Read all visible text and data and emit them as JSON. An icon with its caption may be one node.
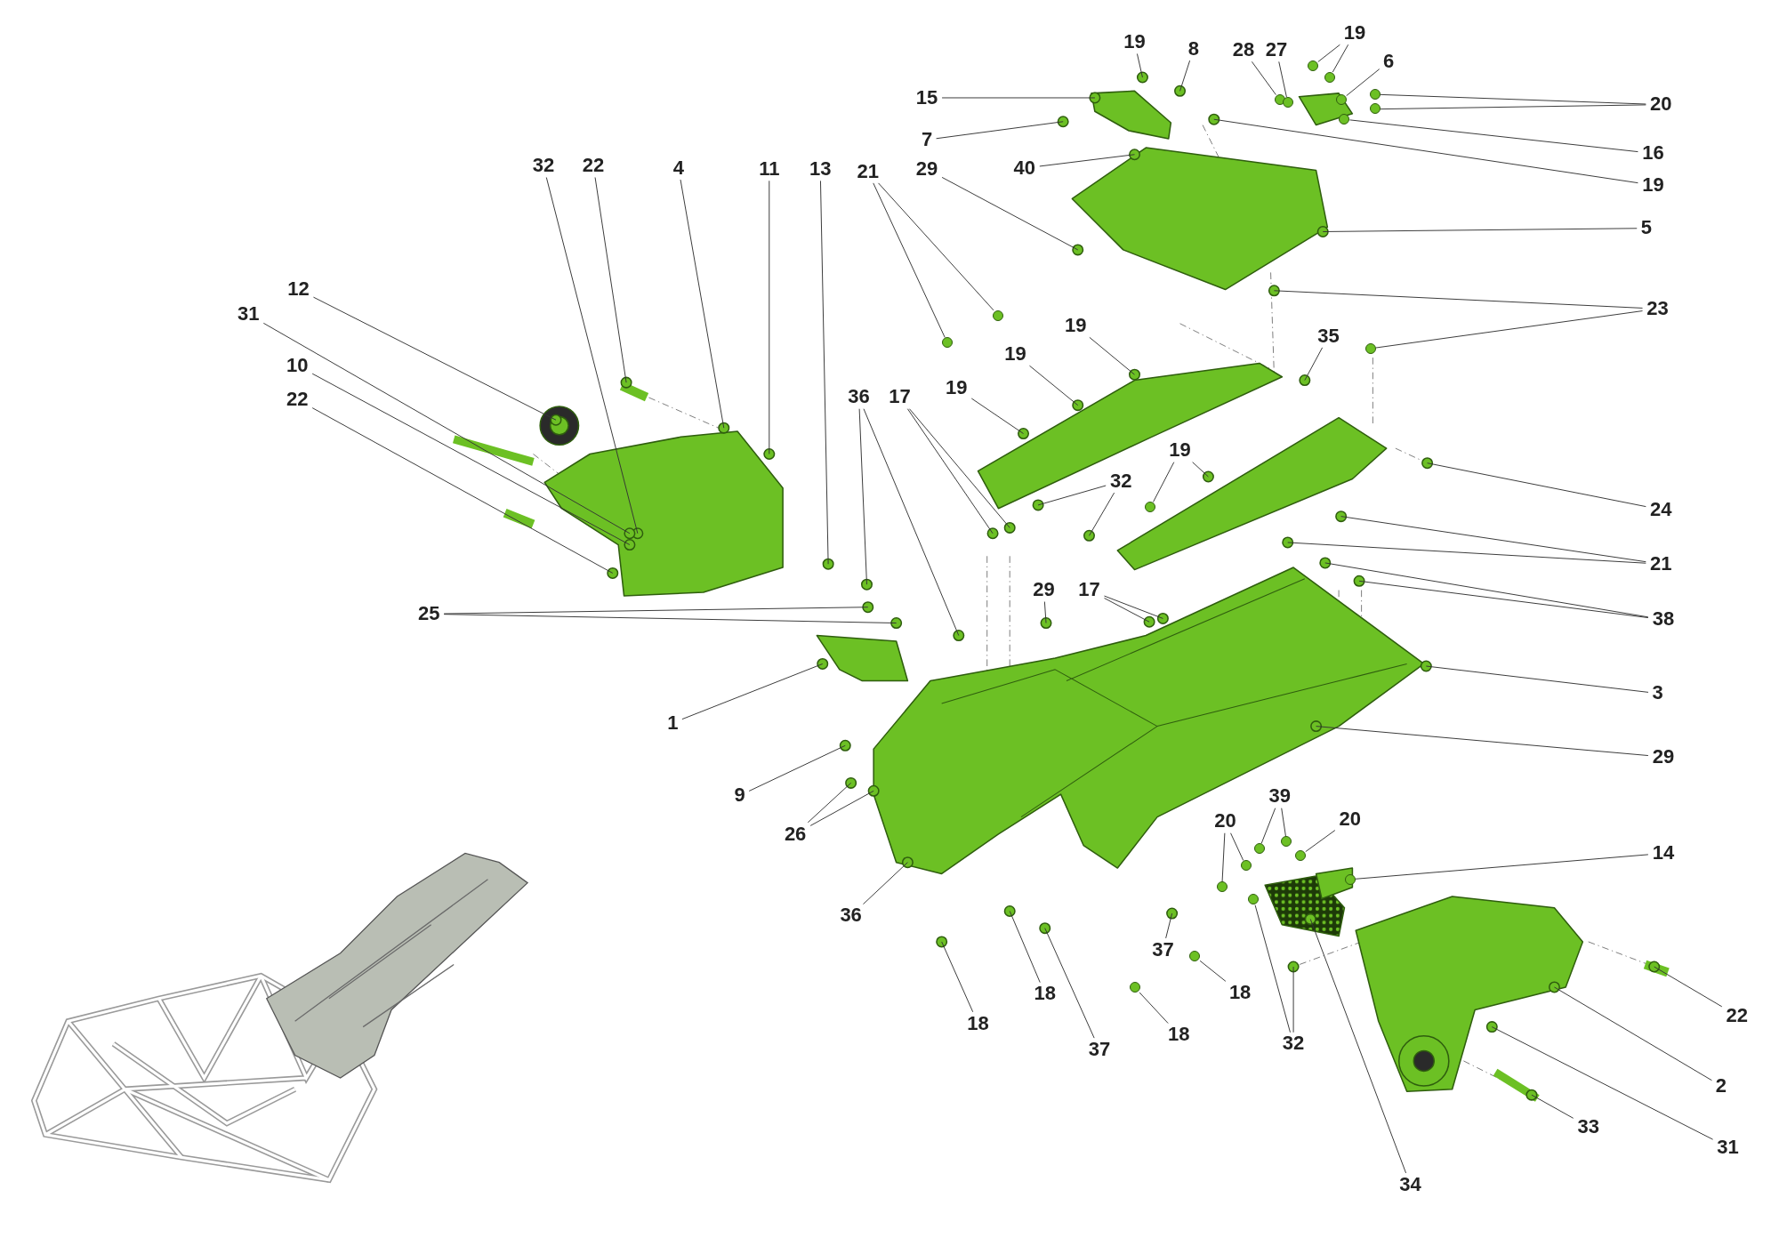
{
  "diagram": {
    "nodes": [
      {
        "text": [
          "19"
        ]
      },
      {
        "text": [
          "8"
        ]
      },
      {
        "text": [
          "28"
        ]
      },
      {
        "text": [
          "27"
        ]
      },
      {
        "text": [
          "19"
        ]
      },
      {
        "text": [
          "6"
        ]
      },
      {
        "text": [
          "15"
        ]
      },
      {
        "text": [
          "20"
        ]
      },
      {
        "text": [
          "7"
        ]
      },
      {
        "text": [
          "16"
        ]
      },
      {
        "text": [
          "40"
        ]
      },
      {
        "text": [
          "19"
        ]
      },
      {
        "text": [
          "32"
        ]
      },
      {
        "text": [
          "22"
        ]
      },
      {
        "text": [
          "4"
        ]
      },
      {
        "text": [
          "11"
        ]
      },
      {
        "text": [
          "13"
        ]
      },
      {
        "text": [
          "21"
        ]
      },
      {
        "text": [
          "29"
        ]
      },
      {
        "text": [
          "5"
        ]
      },
      {
        "text": [
          "12"
        ]
      },
      {
        "text": [
          "31"
        ]
      },
      {
        "text": [
          "10"
        ]
      },
      {
        "text": [
          "22"
        ]
      },
      {
        "text": [
          "23"
        ]
      },
      {
        "text": [
          "35"
        ]
      },
      {
        "text": [
          "19"
        ]
      },
      {
        "text": [
          "19"
        ]
      },
      {
        "text": [
          "19"
        ]
      },
      {
        "text": [
          "36"
        ]
      },
      {
        "text": [
          "17"
        ]
      },
      {
        "text": [
          "19"
        ]
      },
      {
        "text": [
          "32"
        ]
      },
      {
        "text": [
          "24"
        ]
      },
      {
        "text": [
          "21"
        ]
      },
      {
        "text": [
          "25"
        ]
      },
      {
        "text": [
          "29"
        ]
      },
      {
        "text": [
          "17"
        ]
      },
      {
        "text": [
          "38"
        ]
      },
      {
        "text": [
          "3"
        ]
      },
      {
        "text": [
          "1"
        ]
      },
      {
        "text": [
          "29"
        ]
      },
      {
        "text": [
          "9"
        ]
      },
      {
        "text": [
          "26"
        ]
      },
      {
        "text": [
          "39"
        ]
      },
      {
        "text": [
          "20"
        ]
      },
      {
        "text": [
          "20"
        ]
      },
      {
        "text": [
          "14"
        ]
      },
      {
        "text": [
          "36"
        ]
      },
      {
        "text": [
          "22"
        ]
      },
      {
        "text": [
          "37"
        ]
      },
      {
        "text": [
          "18"
        ]
      },
      {
        "text": [
          "18"
        ]
      },
      {
        "text": [
          "18"
        ]
      },
      {
        "text": [
          "37"
        ]
      },
      {
        "text": [
          "18"
        ]
      },
      {
        "text": [
          "32"
        ]
      },
      {
        "text": [
          "2"
        ]
      },
      {
        "text": [
          "33"
        ]
      },
      {
        "text": [
          "31"
        ]
      },
      {
        "text": [
          "34"
        ]
      },
      {
        "text": [],
        "shape": "bolt"
      },
      {
        "text": [],
        "shape": "bolt"
      },
      {
        "text": [],
        "shape": "bolt"
      },
      {
        "text": [],
        "shape": "bolt"
      },
      {
        "text": [],
        "shape": "bolt"
      },
      {
        "text": [],
        "shape": "bolt"
      },
      {
        "text": [],
        "shape": "bolt"
      },
      {
        "text": [],
        "shape": "bolt"
      },
      {
        "text": [],
        "shape": "bolt"
      },
      {
        "text": [],
        "shape": "bolt"
      },
      {
        "text": [],
        "shape": "bolt"
      },
      {
        "text": [],
        "shape": "bolt"
      },
      {
        "text": [],
        "shape": "bolt"
      },
      {
        "text": [],
        "shape": "bolt"
      },
      {
        "text": [],
        "shape": "bolt"
      },
      {
        "text": [],
        "shape": "bolt"
      },
      {
        "text": [],
        "shape": "bolt"
      },
      {
        "text": [],
        "shape": "bolt"
      },
      {
        "text": [],
        "shape": "bolt"
      },
      {
        "text": [],
        "shape": "bolt"
      },
      {
        "text": [],
        "shape": "bolt"
      }
    ],
    "edges": [
      {
        "from": 0,
        "to": null,
        "arrow": "none"
      },
      {
        "from": 1,
        "to": null,
        "arrow": "none"
      },
      {
        "from": 2,
        "to": 61,
        "arrow": "none"
      },
      {
        "from": 3,
        "to": 72,
        "arrow": "none"
      },
      {
        "from": 4,
        "to": 62,
        "arrow": "none"
      },
      {
        "from": 4,
        "to": 73,
        "arrow": "none"
      },
      {
        "from": 5,
        "to": 77,
        "arrow": "none"
      },
      {
        "from": 6,
        "to": null,
        "arrow": "none"
      },
      {
        "from": 7,
        "to": 63,
        "arrow": "none"
      },
      {
        "from": 7,
        "to": 64,
        "arrow": "none"
      },
      {
        "from": 8,
        "to": null,
        "arrow": "none"
      },
      {
        "from": 9,
        "to": 74,
        "arrow": "none"
      },
      {
        "from": 10,
        "to": null,
        "arrow": "none"
      },
      {
        "from": 11,
        "to": null,
        "arrow": "none"
      },
      {
        "from": 12,
        "to": null,
        "arrow": "none"
      },
      {
        "from": 13,
        "to": null,
        "arrow": "none"
      },
      {
        "from": 14,
        "to": null,
        "arrow": "none"
      },
      {
        "from": 15,
        "to": null,
        "arrow": "none"
      },
      {
        "from": 16,
        "to": null,
        "arrow": "none"
      },
      {
        "from": 17,
        "to": 65,
        "arrow": "none"
      },
      {
        "from": 17,
        "to": 66,
        "arrow": "none"
      },
      {
        "from": 18,
        "to": null,
        "arrow": "none"
      },
      {
        "from": 19,
        "to": null,
        "arrow": "none"
      },
      {
        "from": 20,
        "to": null,
        "arrow": "none"
      },
      {
        "from": 21,
        "to": null,
        "arrow": "none"
      },
      {
        "from": 22,
        "to": null,
        "arrow": "none"
      },
      {
        "from": 23,
        "to": null,
        "arrow": "none"
      },
      {
        "from": 24,
        "to": null,
        "arrow": "none"
      },
      {
        "from": 24,
        "to": 67,
        "arrow": "none"
      },
      {
        "from": 25,
        "to": null,
        "arrow": "none"
      },
      {
        "from": 26,
        "to": null,
        "arrow": "none"
      },
      {
        "from": 27,
        "to": null,
        "arrow": "none"
      },
      {
        "from": 28,
        "to": null,
        "arrow": "none"
      },
      {
        "from": 29,
        "to": null,
        "arrow": "none"
      },
      {
        "from": 29,
        "to": null,
        "arrow": "none"
      },
      {
        "from": 30,
        "to": null,
        "arrow": "none"
      },
      {
        "from": 30,
        "to": null,
        "arrow": "none"
      },
      {
        "from": 31,
        "to": 68,
        "arrow": "none"
      },
      {
        "from": 31,
        "to": null,
        "arrow": "none"
      },
      {
        "from": 32,
        "to": null,
        "arrow": "none"
      },
      {
        "from": 32,
        "to": null,
        "arrow": "none"
      },
      {
        "from": 33,
        "to": null,
        "arrow": "none"
      },
      {
        "from": 34,
        "to": null,
        "arrow": "none"
      },
      {
        "from": 34,
        "to": null,
        "arrow": "none"
      },
      {
        "from": 35,
        "to": null,
        "arrow": "none"
      },
      {
        "from": 35,
        "to": null,
        "arrow": "none"
      },
      {
        "from": 36,
        "to": null,
        "arrow": "none"
      },
      {
        "from": 37,
        "to": null,
        "arrow": "none"
      },
      {
        "from": 37,
        "to": null,
        "arrow": "none"
      },
      {
        "from": 38,
        "to": null,
        "arrow": "none"
      },
      {
        "from": 38,
        "to": null,
        "arrow": "none"
      },
      {
        "from": 39,
        "to": null,
        "arrow": "none"
      },
      {
        "from": 40,
        "to": null,
        "arrow": "none"
      },
      {
        "from": 41,
        "to": null,
        "arrow": "none"
      },
      {
        "from": 42,
        "to": null,
        "arrow": "none"
      },
      {
        "from": 43,
        "to": null,
        "arrow": "none"
      },
      {
        "from": 43,
        "to": null,
        "arrow": "none"
      },
      {
        "from": 44,
        "to": 69,
        "arrow": "none"
      },
      {
        "from": 44,
        "to": 75,
        "arrow": "none"
      },
      {
        "from": 45,
        "to": 78,
        "arrow": "none"
      },
      {
        "from": 45,
        "to": 76,
        "arrow": "none"
      },
      {
        "from": 46,
        "to": 79,
        "arrow": "none"
      },
      {
        "from": 47,
        "to": 81,
        "arrow": "none"
      },
      {
        "from": 48,
        "to": null,
        "arrow": "none"
      },
      {
        "from": 49,
        "to": null,
        "arrow": "none"
      },
      {
        "from": 50,
        "to": null,
        "arrow": "none"
      },
      {
        "from": 51,
        "to": 70,
        "arrow": "none"
      },
      {
        "from": 52,
        "to": null,
        "arrow": "none"
      },
      {
        "from": 53,
        "to": null,
        "arrow": "none"
      },
      {
        "from": 54,
        "to": null,
        "arrow": "none"
      },
      {
        "from": 55,
        "to": 71,
        "arrow": "none"
      },
      {
        "from": 56,
        "to": 80,
        "arrow": "none"
      },
      {
        "from": 56,
        "to": null,
        "arrow": "none"
      },
      {
        "from": 57,
        "to": null,
        "arrow": "none"
      },
      {
        "from": 58,
        "to": null,
        "arrow": "none"
      },
      {
        "from": 59,
        "to": null,
        "arrow": "none"
      },
      {
        "from": 60,
        "to": null,
        "arrow": "none"
      }
    ]
  }
}
